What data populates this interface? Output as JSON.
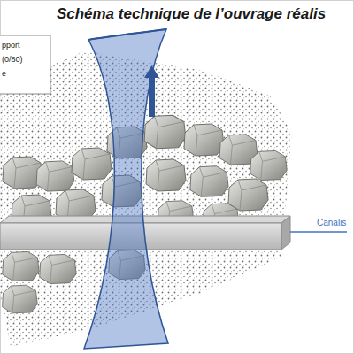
{
  "diagram": {
    "title": "Schéma technique de l’ouvrage réalis",
    "labels": [
      "pport",
      "(0/80)",
      "e",
      "Canalis"
    ]
  }
}
